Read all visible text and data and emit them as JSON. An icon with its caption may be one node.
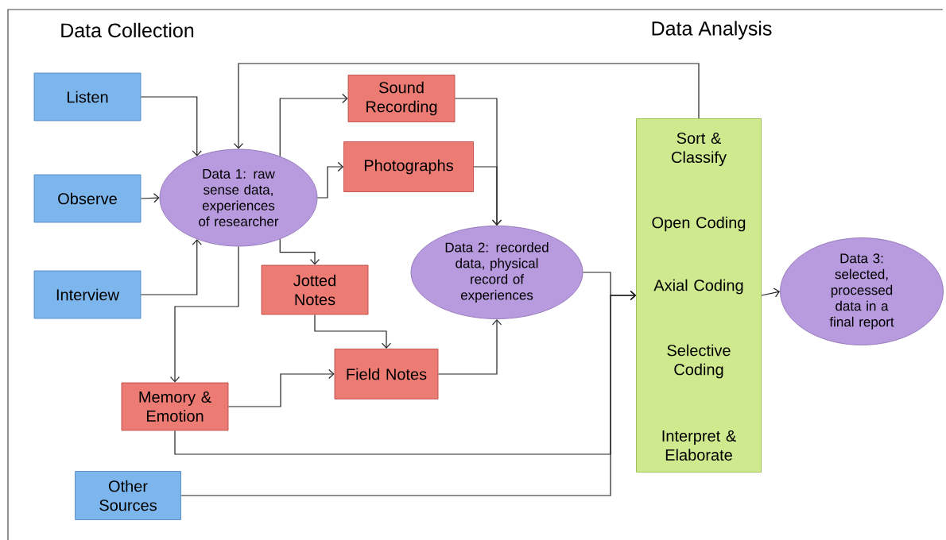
{
  "diagram": {
    "nodes": [
      {
        "text": [
          "Listen"
        ]
      },
      {
        "text": [
          "Observe"
        ]
      },
      {
        "text": [
          "Interview"
        ]
      },
      {
        "text": [
          "Data 1: raw sense data, experiences of researcher"
        ]
      },
      {
        "text": [
          "Sound Recording"
        ]
      },
      {
        "text": [
          "Photographs"
        ]
      },
      {
        "text": [
          "Jotted Notes"
        ]
      },
      {
        "text": [
          "Field Notes"
        ]
      },
      {
        "text": [
          "Memory & Emotion"
        ]
      },
      {
        "text": [
          "Other Sources"
        ]
      },
      {
        "text": [
          "Data 2: recorded data, physical record of experiences"
        ]
      },
      {
        "text": [
          "Sort & Classify",
          "Open Coding",
          "Axial Coding",
          "Selective Coding",
          "Interpret & Elaborate"
        ]
      },
      {
        "text": [
          "Data 3: selected, processed data in a final report"
        ]
      }
    ],
    "edges": [
      {
        "from": 0,
        "to": 3,
        "arrow": "to"
      },
      {
        "from": 1,
        "to": 3,
        "arrow": "to"
      },
      {
        "from": 2,
        "to": 3,
        "arrow": "to"
      },
      {
        "from": 11,
        "to": 3,
        "arrow": "to"
      },
      {
        "from": 3,
        "to": 4,
        "arrow": "to"
      },
      {
        "from": 3,
        "to": 5,
        "arrow": "to"
      },
      {
        "from": 3,
        "to": 6,
        "arrow": "to"
      },
      {
        "from": 3,
        "to": 8,
        "arrow": "to"
      },
      {
        "from": 4,
        "to": 10,
        "arrow": "to"
      },
      {
        "from": 5,
        "to": 10,
        "arrow": "to"
      },
      {
        "from": 6,
        "to": 7,
        "arrow": "to"
      },
      {
        "from": 8,
        "to": 7,
        "arrow": "to"
      },
      {
        "from": 7,
        "to": 10,
        "arrow": "to"
      },
      {
        "from": 10,
        "to": 11,
        "arrow": "to"
      },
      {
        "from": 8,
        "to": 11,
        "arrow": "to"
      },
      {
        "from": 9,
        "to": 11,
        "arrow": "to"
      },
      {
        "from": 11,
        "to": 12,
        "arrow": "to"
      }
    ],
    "labels": [
      "Data Collection",
      "Data Analysis"
    ]
  }
}
